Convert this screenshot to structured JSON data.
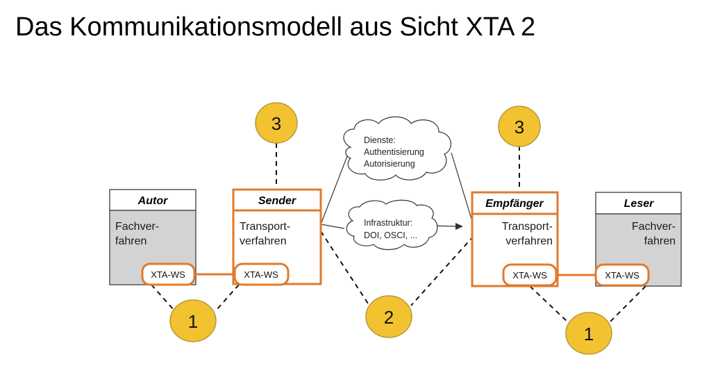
{
  "title": "Das Kommunikationsmodell aus Sicht XTA 2",
  "colors": {
    "orange": "#E07A2B",
    "gray_fill": "#D3D3D3",
    "circle_fill": "#F2C230",
    "circle_stroke": "#B59A3A"
  },
  "boxes": {
    "autor": {
      "header": "Autor",
      "line1": "Fachver-",
      "line2": "fahren",
      "ws": "XTA-WS"
    },
    "sender": {
      "header": "Sender",
      "line1": "Transport-",
      "line2": "verfahren",
      "ws": "XTA-WS"
    },
    "empfaenger": {
      "header": "Empfänger",
      "line1": "Transport-",
      "line2": "verfahren",
      "ws": "XTA-WS"
    },
    "leser": {
      "header": "Leser",
      "line1": "Fachver-",
      "line2": "fahren",
      "ws": "XTA-WS"
    }
  },
  "clouds": {
    "dienste": {
      "line1": "Dienste:",
      "line2": "Authentisierung",
      "line3": "Autorisierung"
    },
    "infra": {
      "line1": "Infrastruktur:",
      "line2": "DOI, OSCI, ..."
    }
  },
  "circles": {
    "left1": "1",
    "right1": "1",
    "two": "2",
    "three_left": "3",
    "three_right": "3"
  }
}
